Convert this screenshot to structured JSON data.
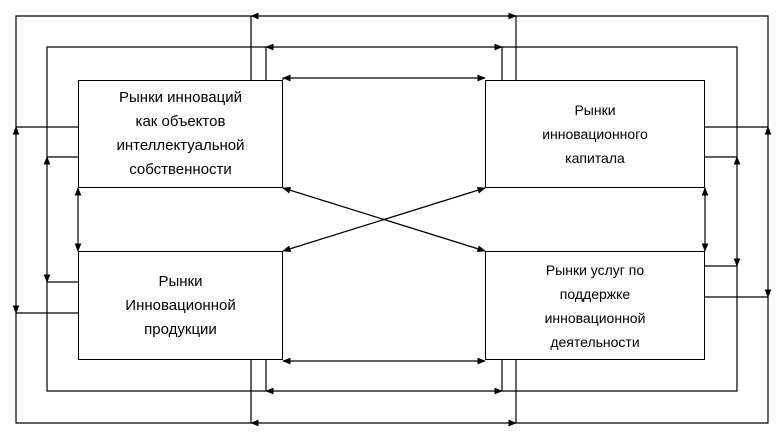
{
  "diagram": {
    "boxes": {
      "top_left": "Рынки инноваций\nкак объектов\nинтеллектуальной\nсобственности",
      "top_right": "Рынки\nинновационного\nкапитала",
      "bottom_left": "Рынки\nИнновационной\nпродукции",
      "bottom_right": "Рынки услуг по\nподдержке\nинновационной\nдеятельности"
    },
    "line_color": "#000000"
  }
}
